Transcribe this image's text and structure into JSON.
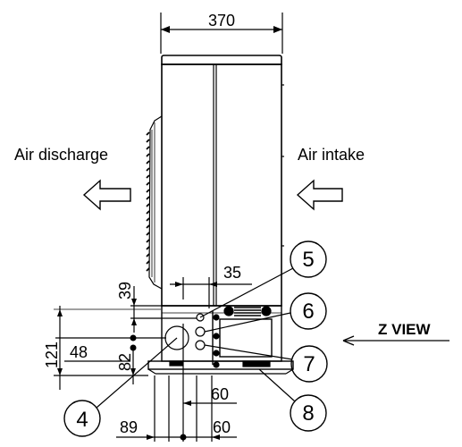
{
  "labels": {
    "air_discharge": "Air discharge",
    "air_intake": "Air intake",
    "z_view": "Z VIEW"
  },
  "dimensions": {
    "width_top": "370",
    "d35": "35",
    "d39": "39",
    "d48": "48",
    "d121": "121",
    "d82": "82",
    "d60_upper": "60",
    "d89": "89",
    "d60_lower": "60"
  },
  "callouts": {
    "c4": "4",
    "c5": "5",
    "c6": "6",
    "c7": "7",
    "c8": "8"
  },
  "colors": {
    "line": "#000000",
    "background": "#ffffff"
  },
  "icons": [
    "arrow-left-outline-icon",
    "arrow-left-line-icon"
  ]
}
